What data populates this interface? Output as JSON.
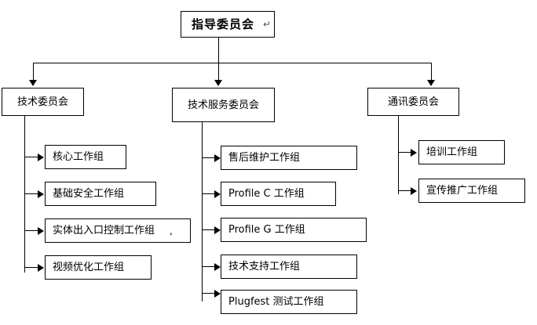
{
  "diagram": {
    "type": "organizational-chart",
    "title_box": {
      "label": "指导委员会",
      "trailing_mark": "↵"
    },
    "committees": [
      {
        "id": "tech",
        "label": "技术委员会"
      },
      {
        "id": "tech-service",
        "label": "技术服务委员会"
      },
      {
        "id": "comms",
        "label": "通讯委员会"
      }
    ],
    "working_groups": {
      "tech": [
        {
          "label": "核心工作组"
        },
        {
          "label": "基础安全工作组"
        },
        {
          "label": "实体出入口控制工作组",
          "trailing_mark": ","
        },
        {
          "label": "视频优化工作组"
        }
      ],
      "tech-service": [
        {
          "label": "售后维护工作组"
        },
        {
          "label": "Profile C 工作组"
        },
        {
          "label": "Profile G 工作组"
        },
        {
          "label": "技术支持工作组"
        },
        {
          "label": "Plugfest 测试工作组"
        }
      ],
      "comms": [
        {
          "label": "培训工作组"
        },
        {
          "label": "宣传推广工作组"
        }
      ]
    },
    "colors": {
      "background": "#ffffff",
      "line": "#000000",
      "text": "#000000"
    }
  }
}
